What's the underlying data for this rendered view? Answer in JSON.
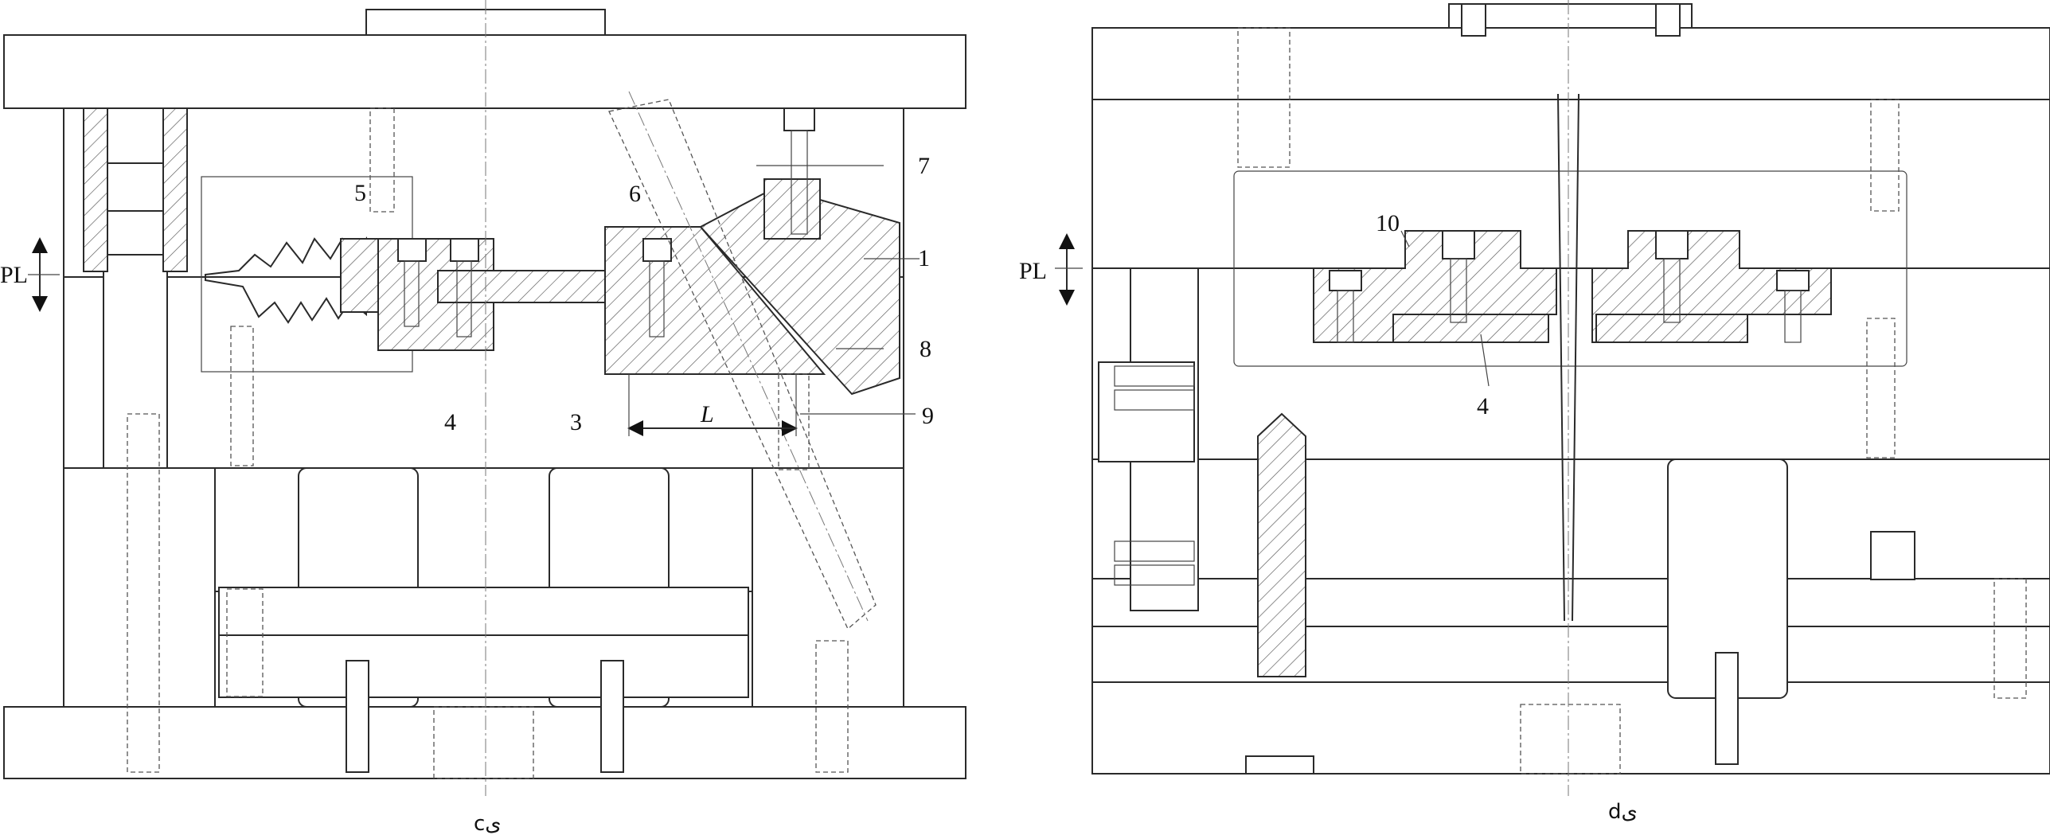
{
  "labels": {
    "pl_left": "PL",
    "pl_right": "PL",
    "n1": "1",
    "n3": "3",
    "n4_left": "4",
    "n5": "5",
    "n6": "6",
    "n7": "7",
    "n8": "8",
    "n9": "9",
    "n10": "10",
    "n4_right": "4",
    "dim_L": "L"
  },
  "captions": {
    "left": "cى",
    "right": "dى"
  }
}
